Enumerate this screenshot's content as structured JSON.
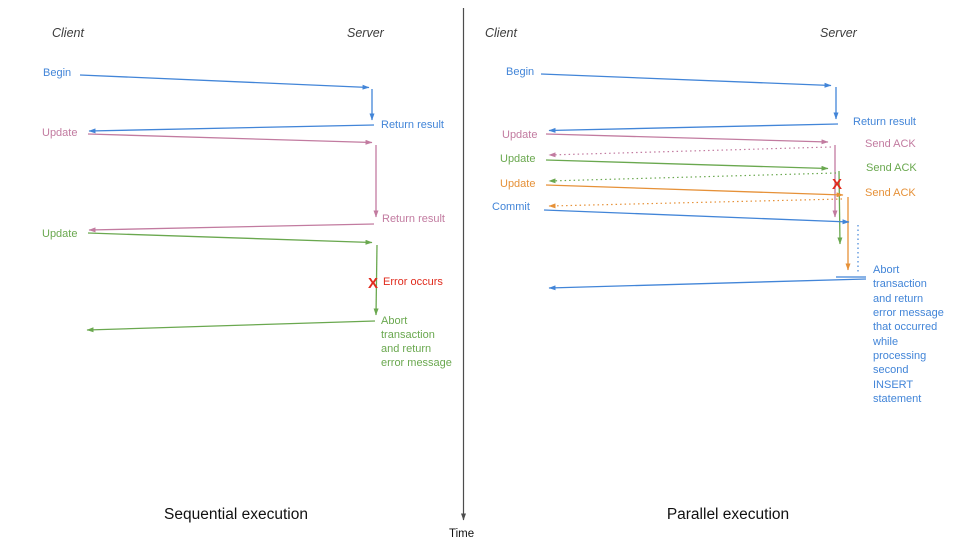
{
  "colors": {
    "blue": "#4285d8",
    "pink": "#c27ba0",
    "green": "#6aa84f",
    "orange": "#e69138",
    "red": "#e02b1d",
    "axis": "#4d4d4d"
  },
  "axis": {
    "label": "Time"
  },
  "left": {
    "caption": "Sequential execution",
    "client": "Client",
    "server": "Server",
    "begin": "Begin",
    "return_result_1": "Return result",
    "update_1": "Update",
    "return_result_2": "Return result",
    "update_2": "Update",
    "error_x": "X",
    "error": "Error occurs",
    "abort_lines": [
      "Abort",
      "transaction",
      "and return",
      "error message"
    ]
  },
  "right": {
    "caption": "Parallel execution",
    "client": "Client",
    "server": "Server",
    "begin": "Begin",
    "return_result": "Return result",
    "update_1": "Update",
    "send_ack_1": "Send ACK",
    "update_2": "Update",
    "send_ack_2": "Send ACK",
    "update_3": "Update",
    "send_ack_3": "Send ACK",
    "commit": "Commit",
    "error_x": "X",
    "abort_lines": [
      "Abort",
      "transaction",
      "and return",
      "error message",
      "that occurred",
      "while",
      "processing",
      "second",
      "INSERT",
      "statement"
    ]
  }
}
